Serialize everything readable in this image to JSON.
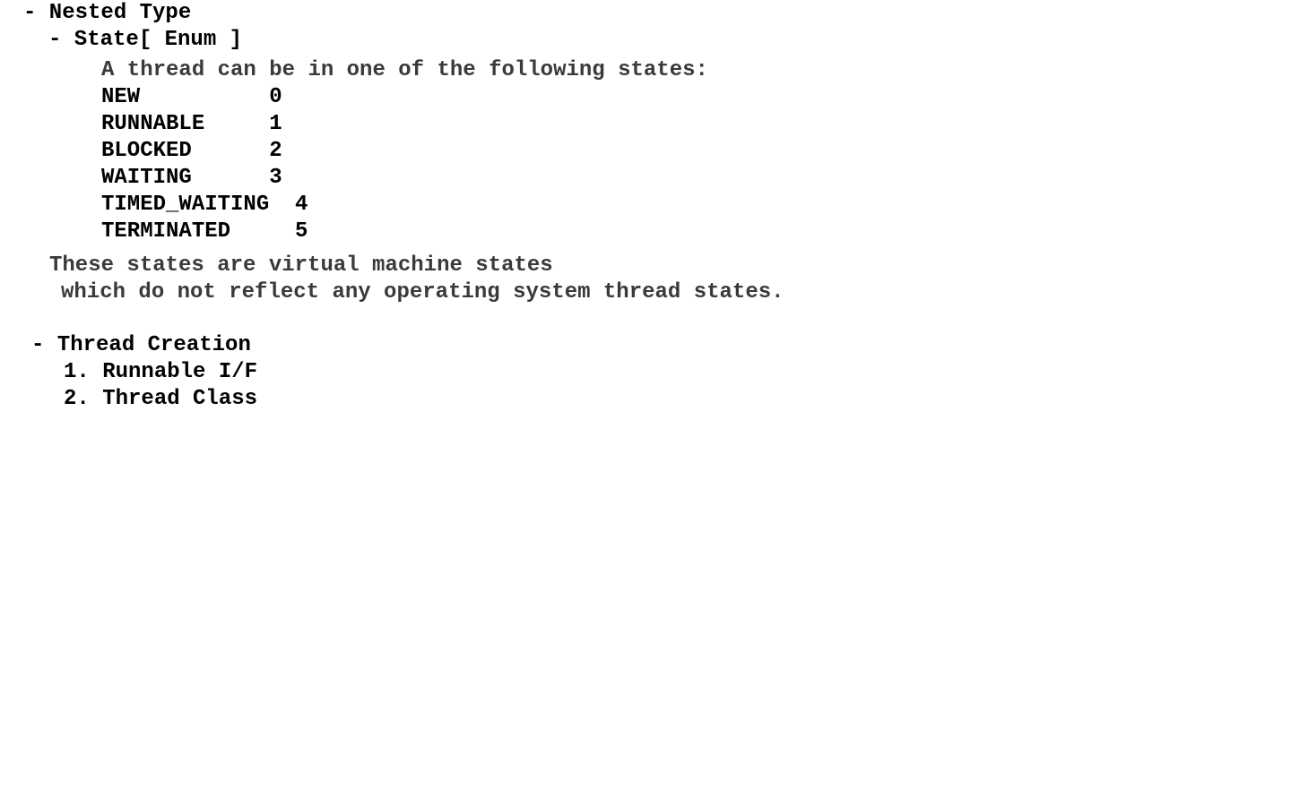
{
  "nested_type": {
    "heading": "- Nested Type",
    "state_heading": "- State[ Enum ]",
    "intro": "A thread can be in one of the following states:",
    "states": [
      {
        "name": "NEW",
        "value": "0",
        "pad": "          "
      },
      {
        "name": "RUNNABLE",
        "value": "1",
        "pad": "     "
      },
      {
        "name": "BLOCKED",
        "value": "2",
        "pad": "      "
      },
      {
        "name": "WAITING",
        "value": "3",
        "pad": "      "
      },
      {
        "name": "TIMED_WAITING",
        "value": "4",
        "pad": "  "
      },
      {
        "name": "TERMINATED",
        "value": "5",
        "pad": "     "
      }
    ],
    "note_line1": "These states are virtual machine states",
    "note_line2": "which do not reflect any operating system thread states."
  },
  "thread_creation": {
    "heading": "- Thread Creation",
    "items": [
      "1. Runnable I/F",
      "2. Thread Class"
    ]
  }
}
